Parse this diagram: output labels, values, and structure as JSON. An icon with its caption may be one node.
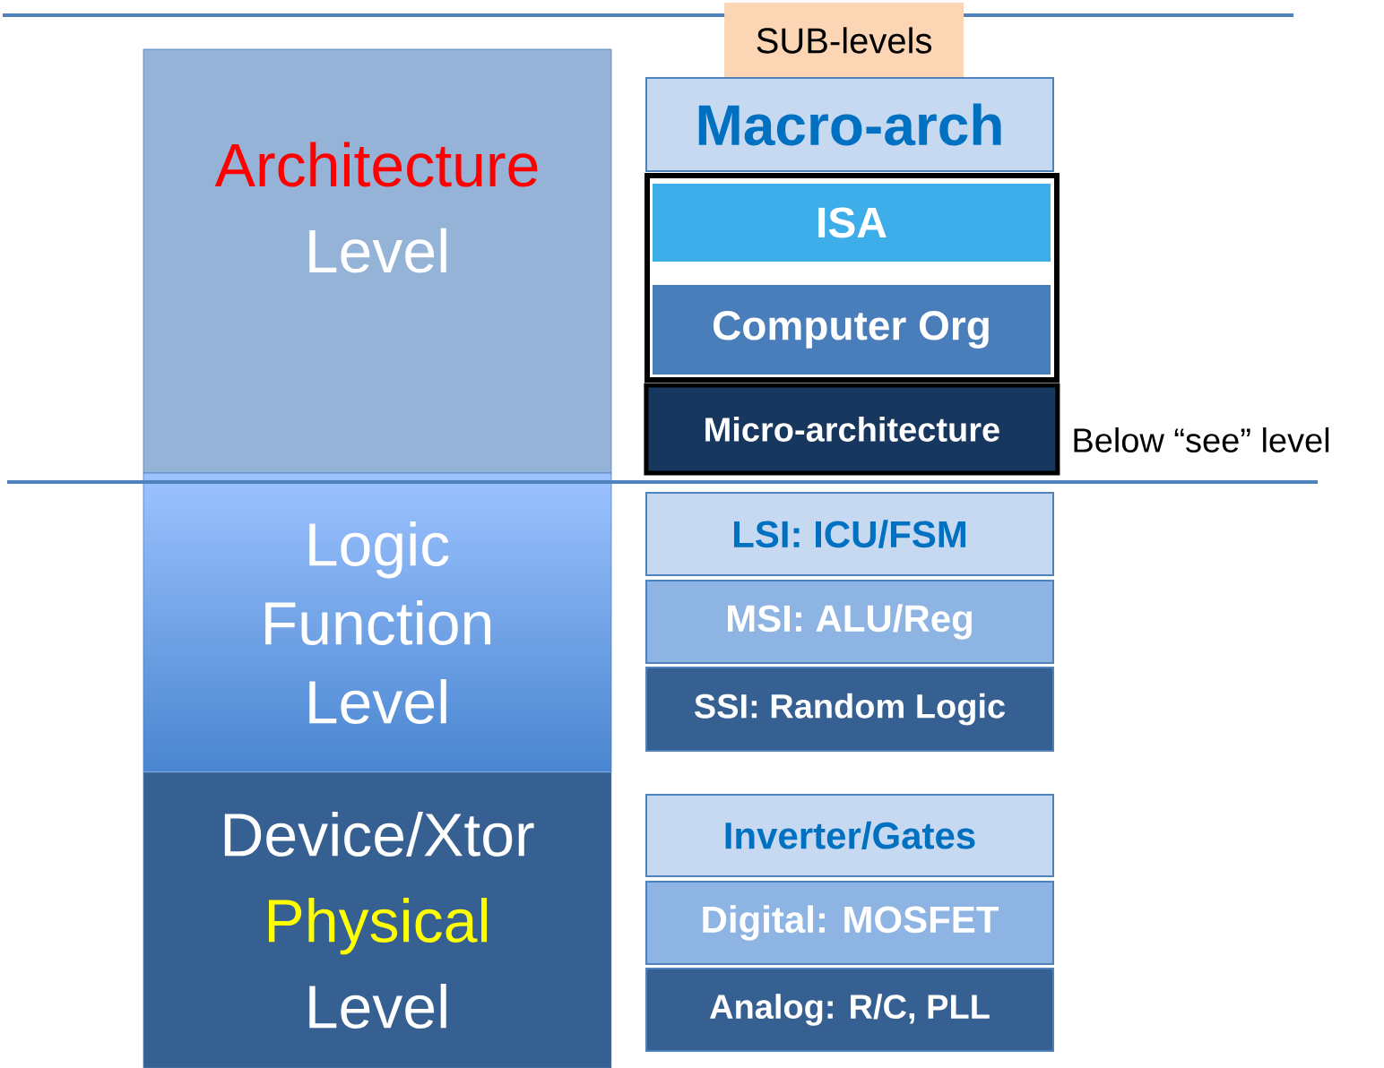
{
  "diagram": {
    "nodes": [
      {
        "text": [
          "Architecture",
          "Level"
        ]
      },
      {
        "text": [
          "Logic Function Level"
        ]
      },
      {
        "text": [
          "Device/Xtor",
          "Physical",
          "Level"
        ]
      },
      {
        "text": [
          "SUB-levels"
        ]
      },
      {
        "text": [
          "Macro-arch"
        ]
      },
      {
        "text": [
          "ISA"
        ]
      },
      {
        "text": [
          "Computer Org"
        ]
      },
      {
        "text": [
          "Micro-architecture"
        ],
        "beside": [
          "Below “see” level"
        ]
      },
      {
        "text": [
          "LSI: ICU/FSM"
        ]
      },
      {
        "text": [
          "MSI: ALU/Reg"
        ]
      },
      {
        "text": [
          "SSI: Random Logic"
        ]
      },
      {
        "text": [
          "Inverter/Gates"
        ]
      },
      {
        "text": [
          "Digital:  MOSFET"
        ]
      },
      {
        "text": [
          "Analog:  R/C, PLL"
        ]
      }
    ],
    "edges": []
  }
}
